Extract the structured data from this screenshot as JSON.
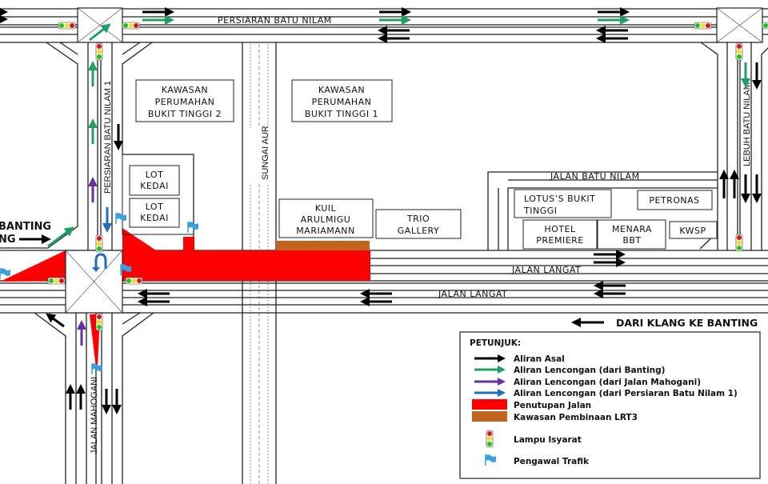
{
  "colors": {
    "original_flow": "#000000",
    "detour_banting": "#1fa060",
    "detour_mahogani": "#6a2fa0",
    "detour_batu_nilam_1": "#1f6fbf",
    "road_closure": "#ff0000",
    "lrt3_zone": "#c0641e",
    "flag": "#3aa0e0"
  },
  "roads": {
    "persiaran_batu_nilam": "PERSIARAN BATU NILAM",
    "persiaran_batu_nilam_1": "PERSIARAN BATU NILAM 1",
    "lebuh_batu_nilam": "LEBUH BATU NILAM",
    "jalan_batu_nilam": "JALAN BATU NILAM",
    "jalan_langat_east": "JALAN LANGAT",
    "jalan_langat_west": "JALAN LANGAT",
    "jalan_mahogani": "JALAN MAHOGANI",
    "sungai_aur": "SUNGAI AUR"
  },
  "buildings": {
    "bukit_tinggi_2": [
      "KAWASAN",
      "PERUMAHAN",
      "BUKIT TINGGI 2"
    ],
    "bukit_tinggi_1": [
      "KAWASAN",
      "PERUMAHAN",
      "BUKIT TINGGI 1"
    ],
    "lot_kedai_1": [
      "LOT",
      "KEDAI"
    ],
    "lot_kedai_2": [
      "LOT",
      "KEDAI"
    ],
    "kuil": [
      "KUIL",
      "ARULMIGU",
      "MARIAMANN"
    ],
    "trio": [
      "TRIO",
      "GALLERY"
    ],
    "lotus": [
      "LOTUS’S BUKIT",
      "TINGGI"
    ],
    "petronas": [
      "PETRONAS"
    ],
    "hotel": [
      "HOTEL",
      "PREMIERE"
    ],
    "menara": [
      "MENARA",
      "BBT"
    ],
    "kwsp": [
      "KWSP"
    ]
  },
  "directions": {
    "from_banting_line1": "BANTING",
    "from_banting_line2": "NG",
    "klang_to_banting": "DARI KLANG KE BANTING"
  },
  "legend": {
    "title": "PETUNJUK:",
    "items": [
      {
        "label": "Aliran Asal",
        "kind": "arrow",
        "color": "#000000"
      },
      {
        "label": "Aliran Lencongan (dari Banting)",
        "kind": "arrow",
        "color": "#1fa060"
      },
      {
        "label": "Aliran Lencongan (dari Jalan Mahogani)",
        "kind": "arrow",
        "color": "#6a2fa0"
      },
      {
        "label": "Aliran Lencongan (dari Persiaran Batu Nilam 1)",
        "kind": "arrow",
        "color": "#1f6fbf"
      },
      {
        "label": "Penutupan Jalan",
        "kind": "swatch",
        "color": "#ff0000"
      },
      {
        "label": "Kawasan Pembinaan LRT3",
        "kind": "swatch",
        "color": "#c0641e"
      },
      {
        "label": "Lampu Isyarat",
        "kind": "traffic-light"
      },
      {
        "label": "Pengawal Trafik",
        "kind": "flag"
      }
    ]
  }
}
